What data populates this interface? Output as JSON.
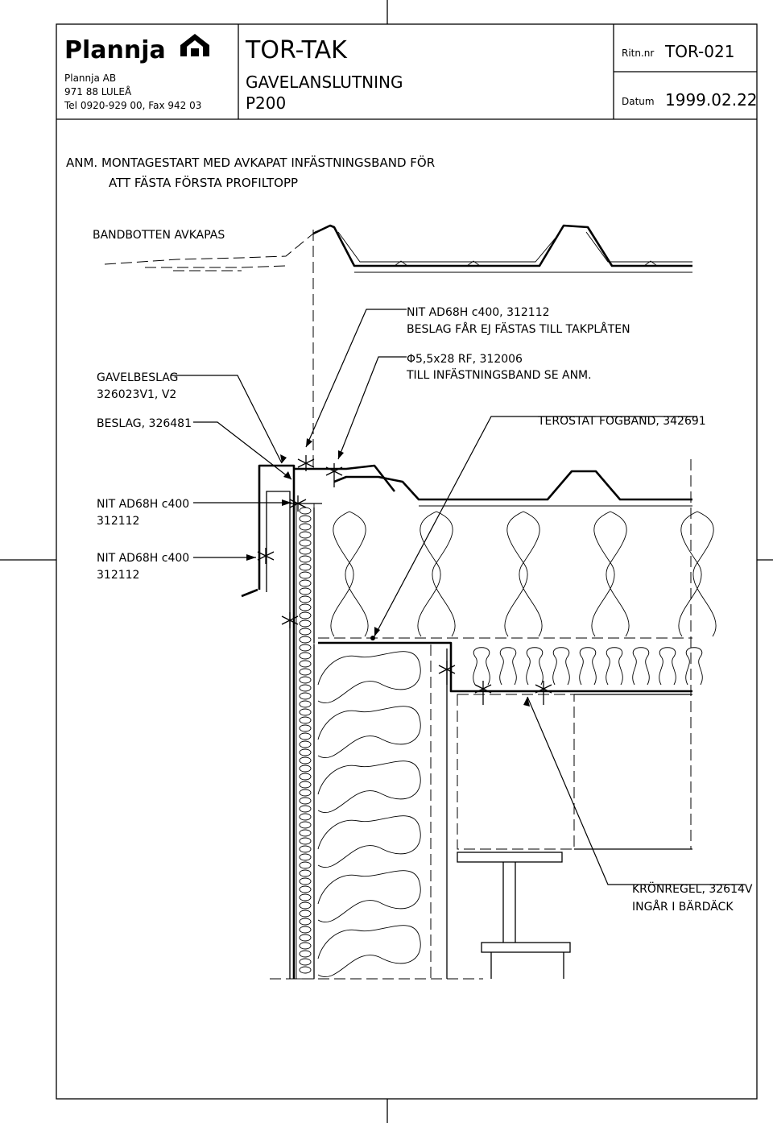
{
  "header": {
    "logo_text": "Plannja",
    "company_line1": "Plannja AB",
    "company_line2": "971 88 LULEÅ",
    "company_line3": "Tel 0920-929 00, Fax 942 03",
    "product": "TOR-TAK",
    "detail": "GAVELANSLUTNING",
    "profile": "P200",
    "drawing_no_label": "Ritn.nr",
    "drawing_no": "TOR-021",
    "date_label": "Datum",
    "date": "1999.02.22"
  },
  "notes": {
    "anm_line1": "ANM. MONTAGESTART MED AVKAPAT INFÄSTNINGSBAND FÖR",
    "anm_line2": "ATT FÄSTA FÖRSTA PROFILTOPP"
  },
  "labels": {
    "bandbotten": "BANDBOTTEN AVKAPAS",
    "nit_top_1": "NIT AD68H c400, 312112",
    "nit_top_2": "BESLAG FÅR EJ FÄSTAS TILL TAKPLÅTEN",
    "screw_1": "Φ5,5x28 RF, 312006",
    "screw_2": "TILL INFÄSTNINGSBAND SE ANM.",
    "gavelbeslag_1": "GAVELBESLAG",
    "gavelbeslag_2": "326023V1, V2",
    "beslag": "BESLAG, 326481",
    "terostat": "TEROSTAT FOGBAND, 342691",
    "nit_side_a1": "NIT AD68H c400",
    "nit_side_a2": "312112",
    "nit_side_b1": "NIT AD68H c400",
    "nit_side_b2": "312112",
    "kronregel_1": "KRÖNREGEL, 32614V",
    "kronregel_2": "INGÅR I BÄRDÄCK"
  }
}
